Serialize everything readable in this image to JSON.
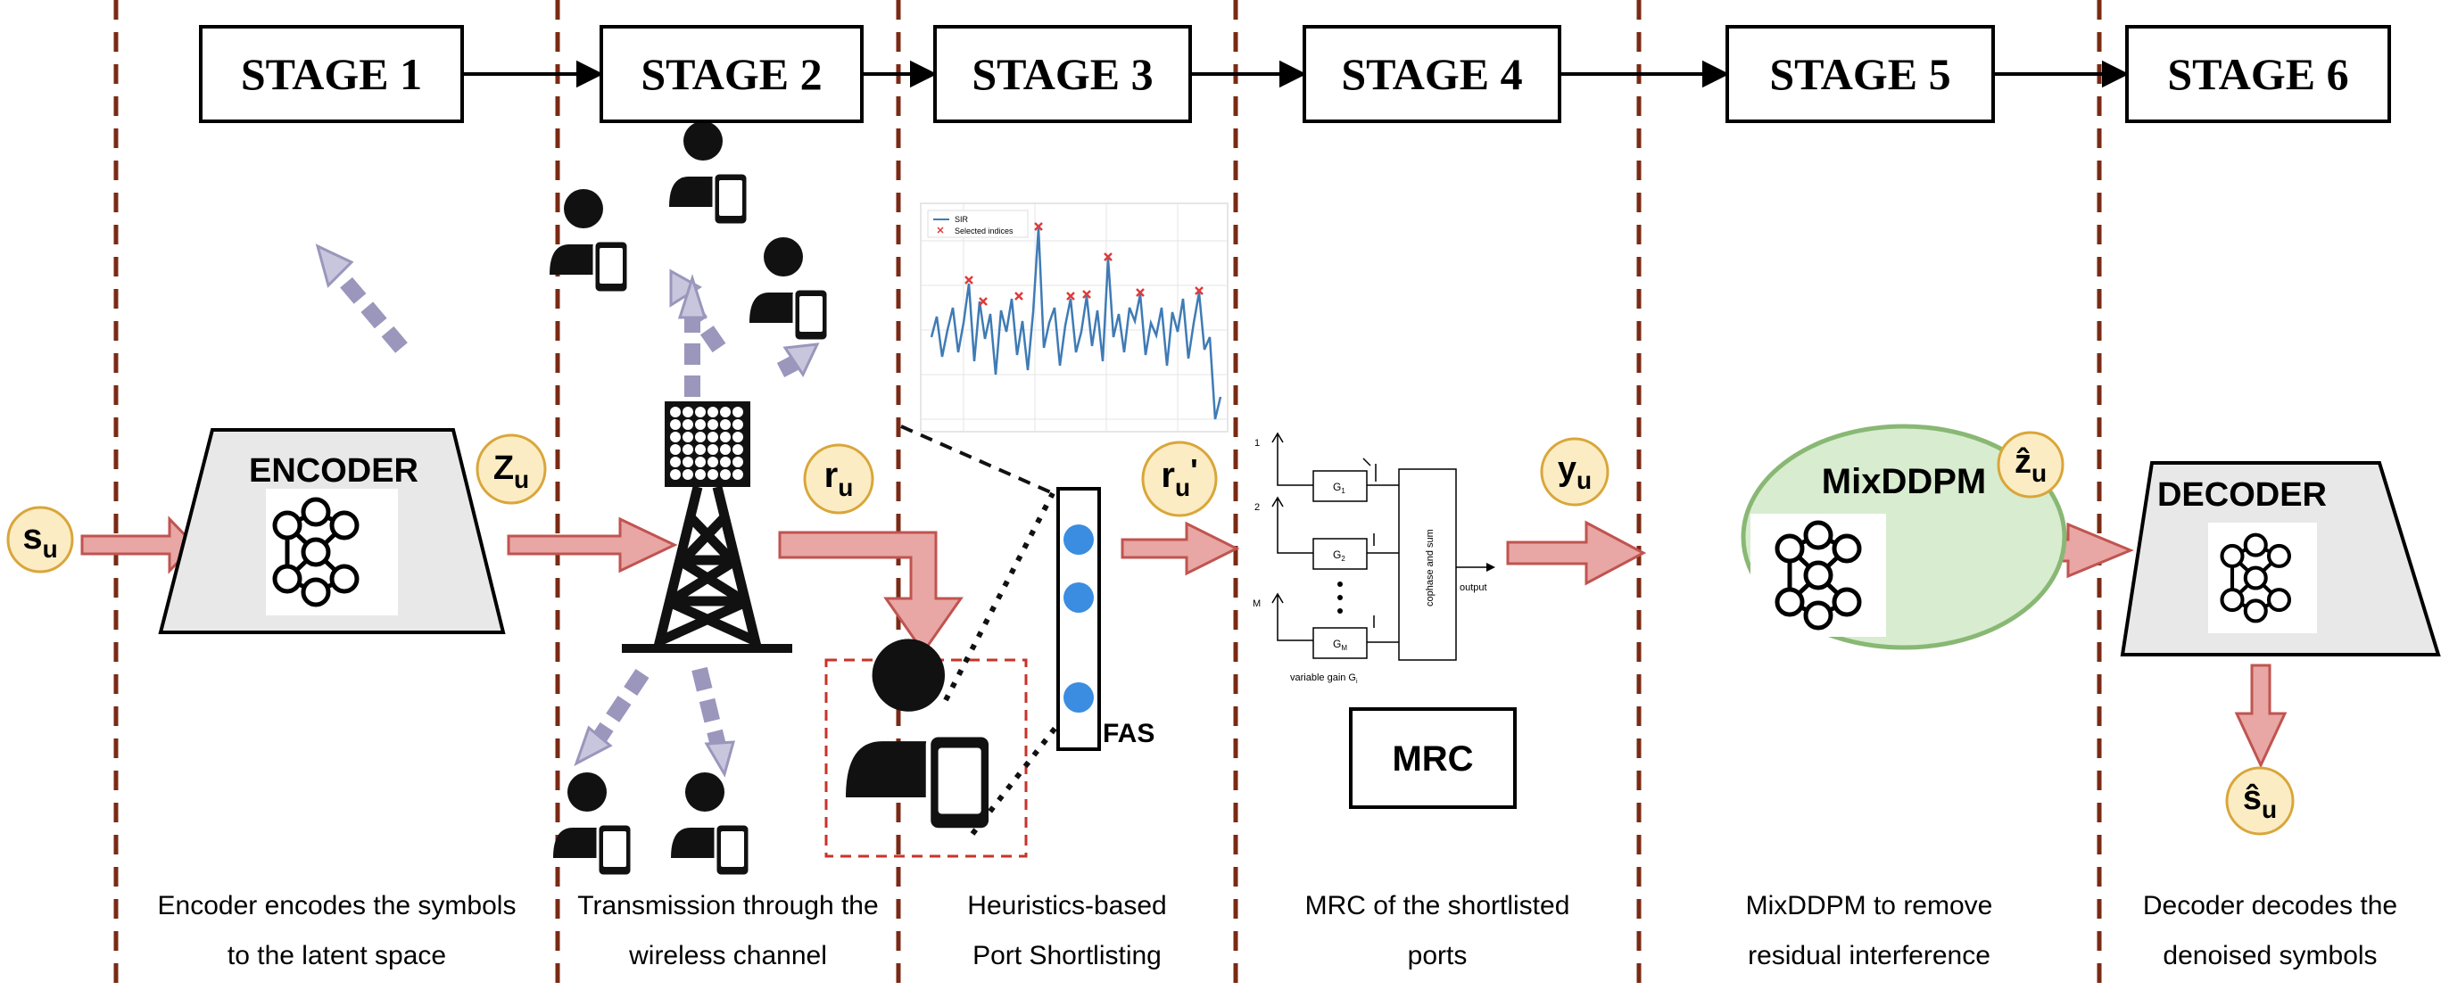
{
  "stages": [
    {
      "title": "STAGE 1",
      "caption1": "Encoder encodes the symbols",
      "caption2": "to the latent space"
    },
    {
      "title": "STAGE 2",
      "caption1": "Transmission through the",
      "caption2": "wireless channel"
    },
    {
      "title": "STAGE 3",
      "caption1": "Heuristics-based",
      "caption2": "Port Shortlisting"
    },
    {
      "title": "STAGE 4",
      "caption1": "MRC of the shortlisted",
      "caption2": "ports"
    },
    {
      "title": "STAGE 5",
      "caption1": "MixDDPM to remove",
      "caption2": "residual interference"
    },
    {
      "title": "STAGE 6",
      "caption1": "Decoder decodes the",
      "caption2": "denoised symbols"
    }
  ],
  "blocks": {
    "encoder": "ENCODER",
    "decoder": "DECODER",
    "mixddpm": "MixDDPM",
    "mrc": "MRC",
    "fas": "FAS"
  },
  "signals": {
    "s_u": {
      "base": "s",
      "sub": "u"
    },
    "z_u": {
      "base": "Z",
      "sub": "u"
    },
    "r_u": {
      "base": "r",
      "sub": "u"
    },
    "r_u_prime": {
      "base": "r",
      "sub": "u",
      "prime": "'"
    },
    "y_u": {
      "base": "y",
      "sub": "u"
    },
    "z_hat_u": {
      "base": "ẑ",
      "sub": "u"
    },
    "s_hat_u": {
      "base": "ŝ",
      "sub": "u"
    }
  },
  "sir_plot": {
    "legend_line": "SIR",
    "legend_marker": "Selected indices"
  },
  "mrc_diagram": {
    "antenna_labels": [
      "1",
      "2",
      "M"
    ],
    "gains": [
      {
        "base": "G",
        "sub": "1"
      },
      {
        "base": "G",
        "sub": "2"
      },
      {
        "base": "G",
        "sub": "M"
      }
    ],
    "combiner_label": "cophase and sum",
    "output_label": "output",
    "gain_caption": {
      "base": "variable gain G",
      "sub": "i"
    }
  },
  "colors": {
    "divider": "#7a2a14",
    "signal_fill": "#fbecc4",
    "signal_stroke": "#d9a63a",
    "arrow_fill": "#e8a6a4",
    "arrow_stroke": "#c05450",
    "mixddpm_fill": "#d8ecd0",
    "mixddpm_stroke": "#88b874",
    "plot_line": "#3f7bb5",
    "fas_port": "#3a8de0"
  }
}
